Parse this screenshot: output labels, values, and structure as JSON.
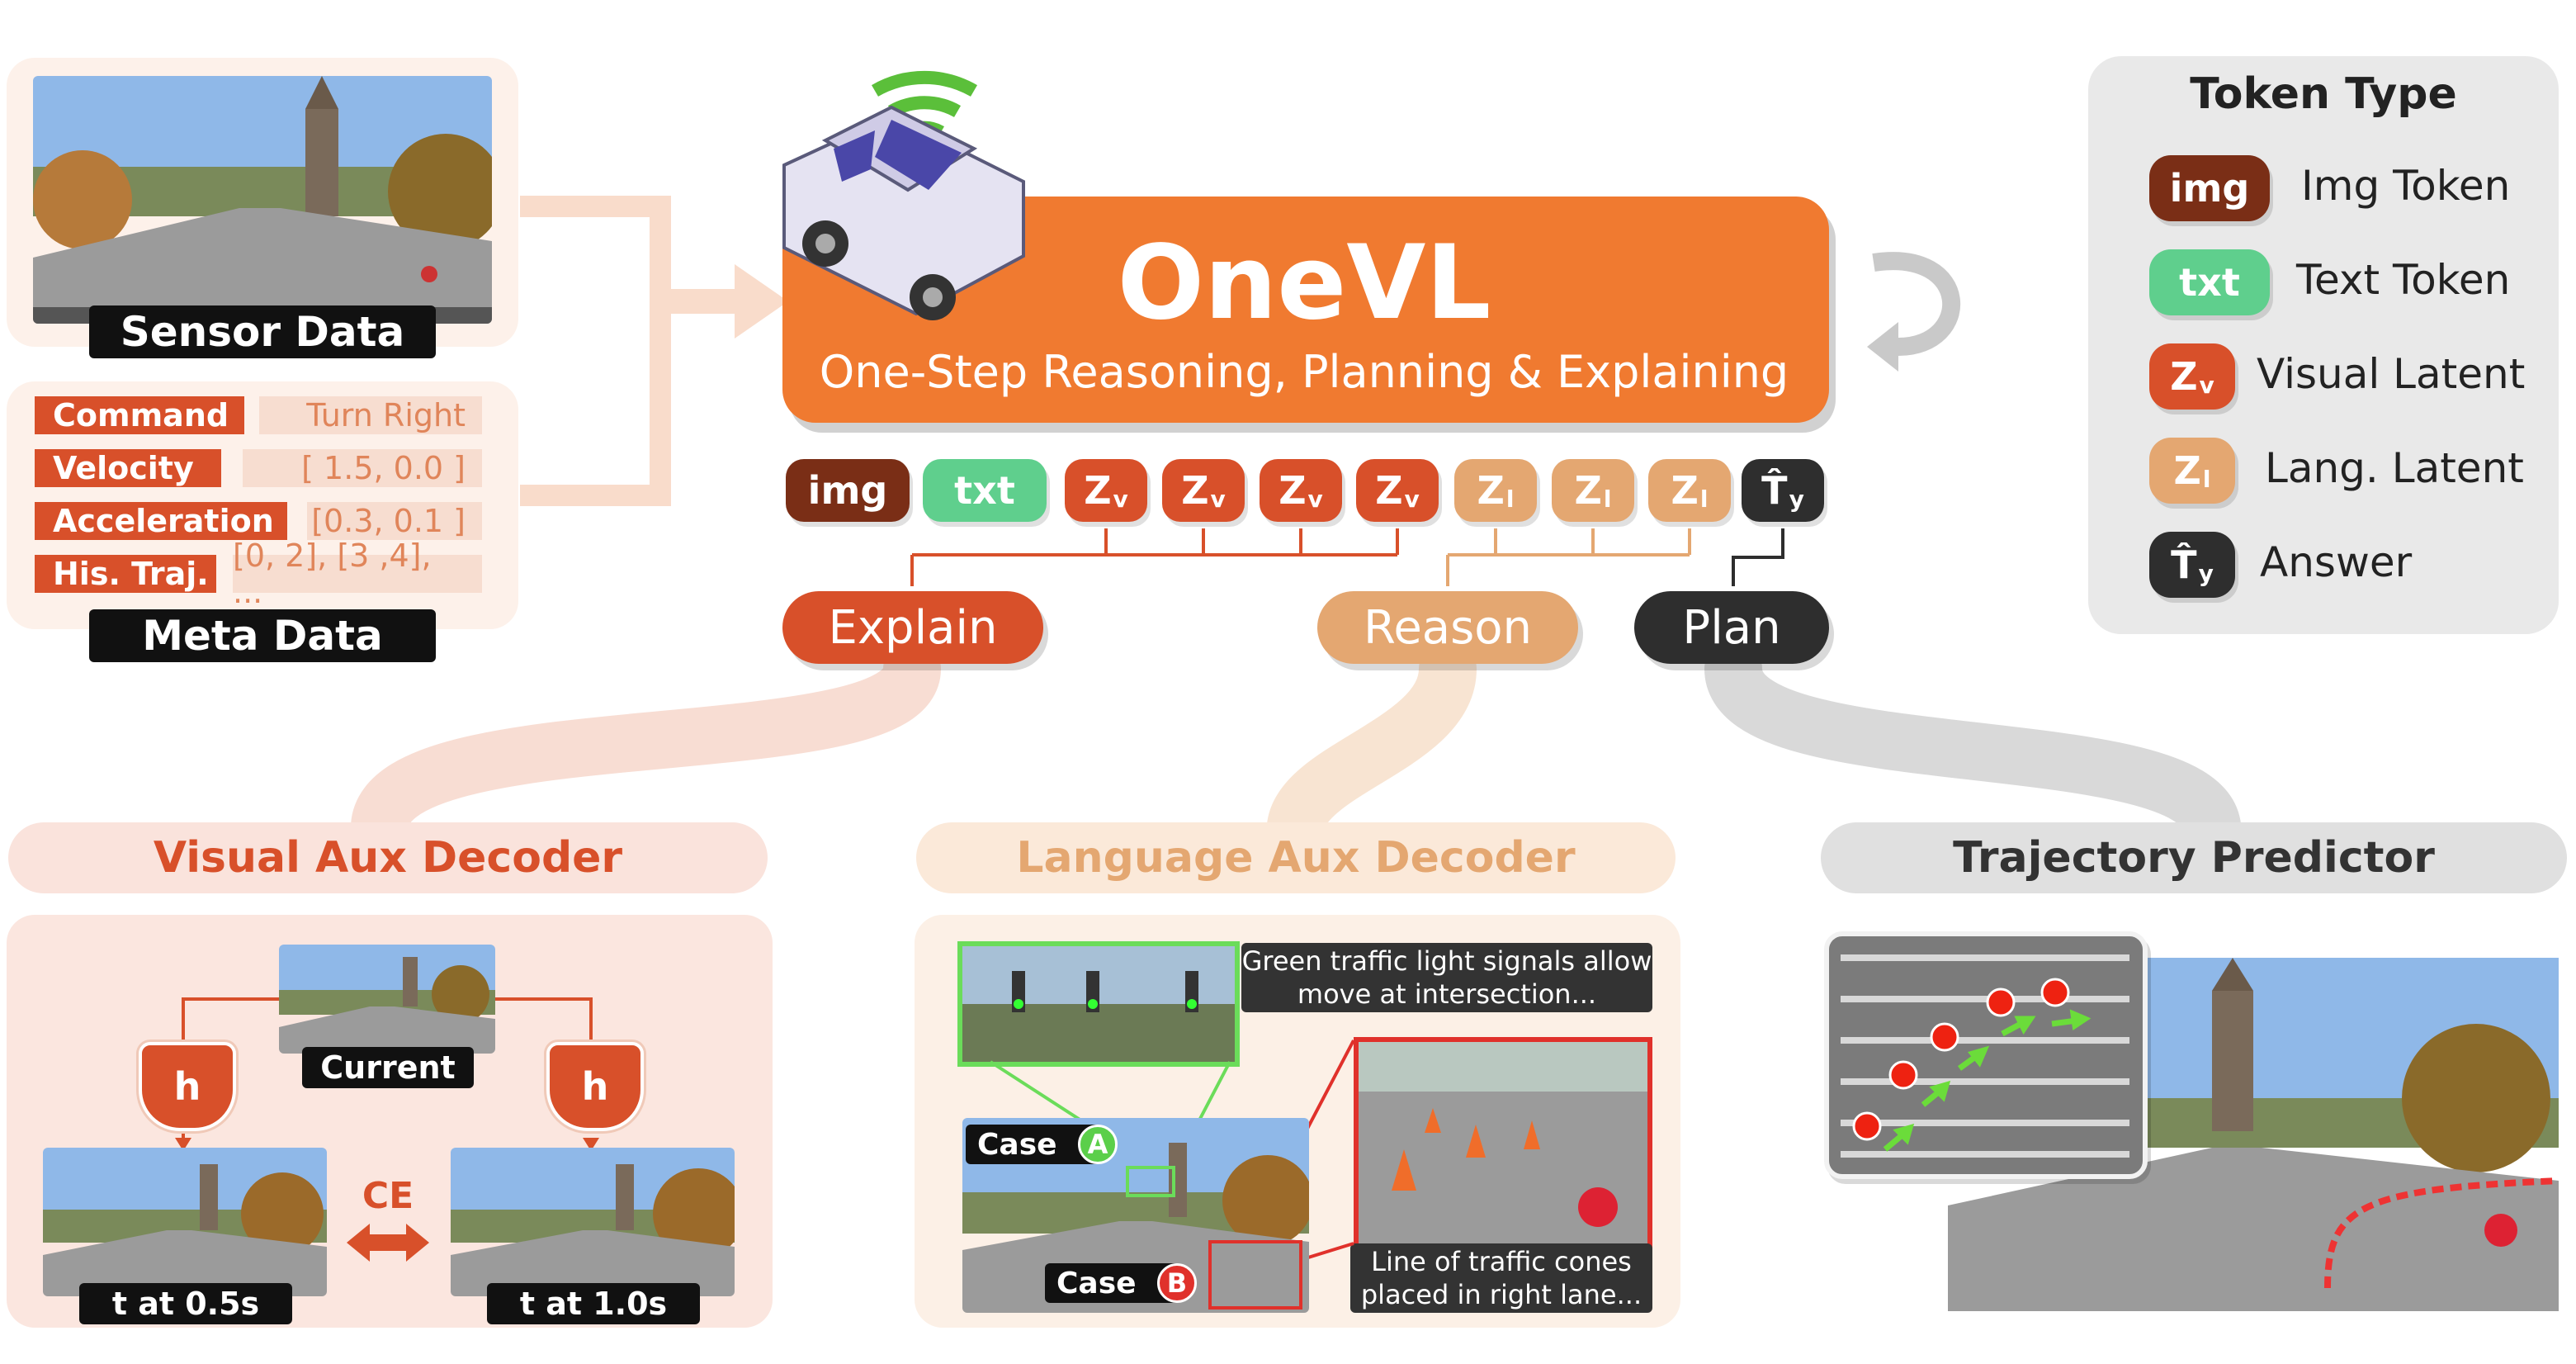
{
  "inputs": {
    "sensor_label": "Sensor Data",
    "meta_label": "Meta Data",
    "meta_rows": [
      {
        "key": "Command",
        "value": "Turn Right"
      },
      {
        "key": "Velocity",
        "value": "[ 1.5, 0.0 ]"
      },
      {
        "key": "Acceleration",
        "value": "[0.3, 0.1 ]"
      },
      {
        "key": "His. Traj.",
        "value": "[0, 2], [3 ,4], ..."
      }
    ]
  },
  "model": {
    "title": "OneVL",
    "subtitle": "One-Step Reasoning, Planning & Explaining"
  },
  "tokens": [
    {
      "text": "img",
      "sub": "",
      "type": "img"
    },
    {
      "text": "txt",
      "sub": "",
      "type": "txt"
    },
    {
      "text": "Z",
      "sub": "v",
      "type": "zv"
    },
    {
      "text": "Z",
      "sub": "v",
      "type": "zv"
    },
    {
      "text": "Z",
      "sub": "v",
      "type": "zv"
    },
    {
      "text": "Z",
      "sub": "v",
      "type": "zv"
    },
    {
      "text": "Z",
      "sub": "l",
      "type": "zl"
    },
    {
      "text": "Z",
      "sub": "l",
      "type": "zl"
    },
    {
      "text": "Z",
      "sub": "l",
      "type": "zl"
    },
    {
      "text": "T̂",
      "sub": "y",
      "type": "ans"
    }
  ],
  "heads": {
    "explain": "Explain",
    "reason": "Reason",
    "plan": "Plan"
  },
  "legend": {
    "title": "Token Type",
    "items": [
      {
        "badge": "img",
        "sub": "",
        "label": "Img Token",
        "color": "#7a2e16"
      },
      {
        "badge": "txt",
        "sub": "",
        "label": "Text Token",
        "color": "#5fcf8d"
      },
      {
        "badge": "Z",
        "sub": "v",
        "label": "Visual Latent",
        "color": "#d8502a"
      },
      {
        "badge": "Z",
        "sub": "l",
        "label": "Lang. Latent",
        "color": "#e4a771"
      },
      {
        "badge": "T̂",
        "sub": "y",
        "label": "Answer",
        "color": "#2e2e2e"
      }
    ]
  },
  "visual_decoder": {
    "title": "Visual Aux Decoder",
    "current_label": "Current",
    "h_label": "h",
    "ce_label": "CE",
    "frame_a": "t at 0.5s",
    "frame_b": "t at 1.0s"
  },
  "language_decoder": {
    "title": "Language Aux Decoder",
    "caption_a": "Green traffic light signals allow move at intersection...",
    "caption_b": "Line of traffic cones placed in right lane...",
    "case_a": "Case",
    "case_a_letter": "A",
    "case_b": "Case",
    "case_b_letter": "B"
  },
  "trajectory": {
    "title": "Trajectory Predictor"
  },
  "colors": {
    "orange": "#f07a30",
    "red": "#d8502a",
    "tan": "#e4a771",
    "dark": "#2e2e2e",
    "green": "#5fcf8d",
    "brown": "#7a2e16"
  }
}
